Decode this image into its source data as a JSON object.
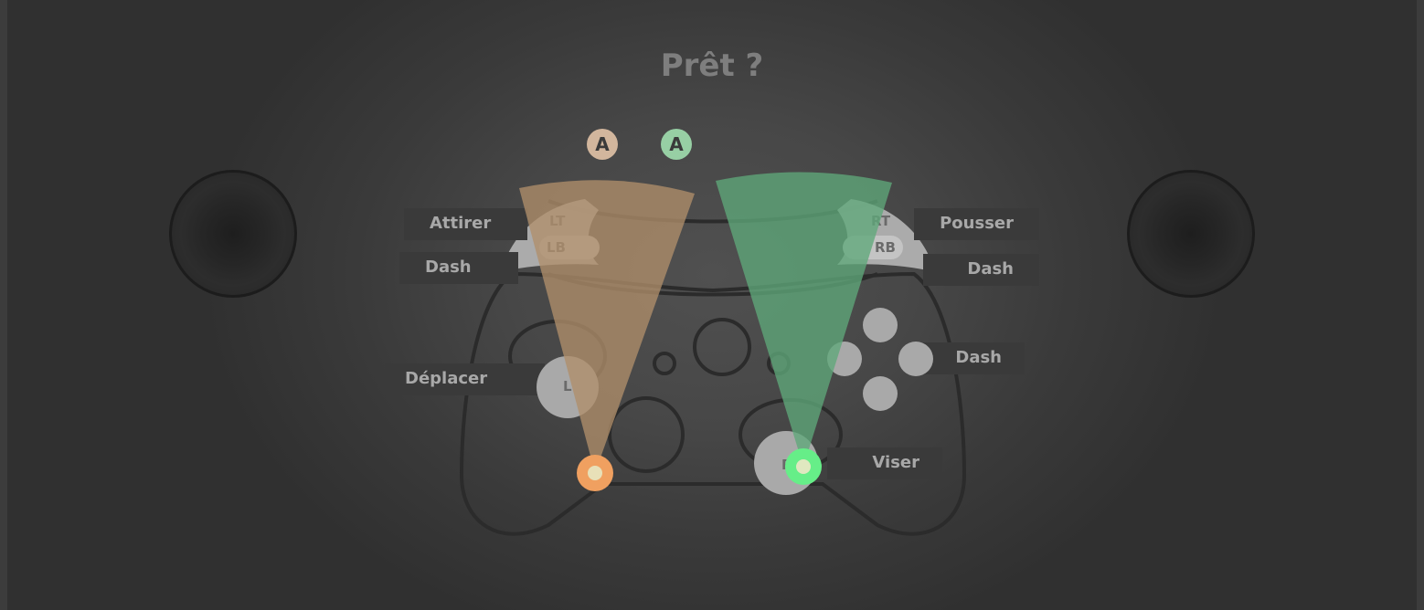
{
  "title": "Prêt ?",
  "players": [
    {
      "badge": "A",
      "color": "#d2b69d"
    },
    {
      "badge": "A",
      "color": "#97cfa4"
    }
  ],
  "controls": {
    "lt": {
      "button": "LT",
      "action": "Attirer"
    },
    "lb": {
      "button": "LB",
      "action": "Dash"
    },
    "rt": {
      "button": "RT",
      "action": "Pousser"
    },
    "rb": {
      "button": "RB",
      "action": "Dash"
    },
    "left_stick": {
      "button": "L",
      "action": "Déplacer"
    },
    "right_stick": {
      "button": "R",
      "action": "Viser"
    },
    "face_buttons": {
      "action": "Dash"
    }
  },
  "colors": {
    "player1_cone": "#b08e6a",
    "player2_cone": "#5fa87a",
    "player1_dot": "#f0a060",
    "player2_dot": "#66ee88",
    "controller_line": "#2a2a2a"
  }
}
